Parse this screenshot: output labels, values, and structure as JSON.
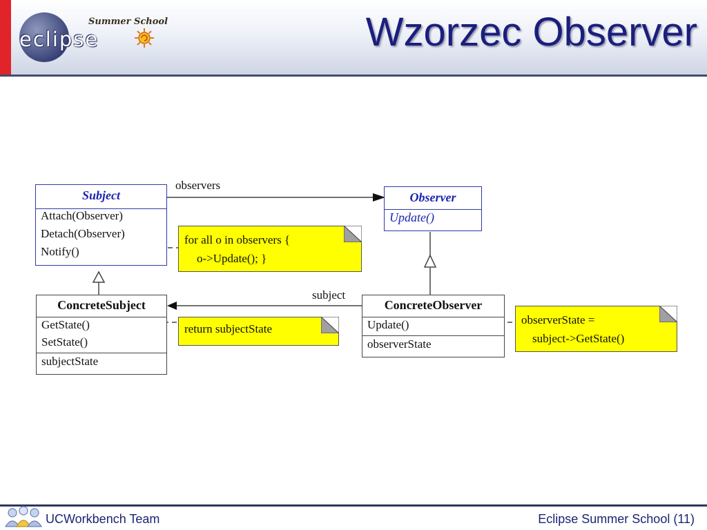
{
  "header": {
    "title": "Wzorzec Observer",
    "logo_text": "eclipse",
    "logo_subtitle": "Summer School"
  },
  "diagram": {
    "subject": {
      "name": "Subject",
      "methods": [
        "Attach(Observer)",
        "Detach(Observer)",
        "Notify()"
      ]
    },
    "observer": {
      "name": "Observer",
      "methods": [
        "Update()"
      ]
    },
    "concrete_subject": {
      "name": "ConcreteSubject",
      "methods": [
        "GetState()",
        "SetState()"
      ],
      "attributes": [
        "subjectState"
      ]
    },
    "concrete_observer": {
      "name": "ConcreteObserver",
      "methods": [
        "Update()"
      ],
      "attributes": [
        "observerState"
      ]
    },
    "notes": {
      "notify": [
        "for all o in observers {",
        "o->Update(); }"
      ],
      "getstate": [
        "return subjectState"
      ],
      "update": [
        "observerState =",
        "subject->GetState()"
      ]
    },
    "labels": {
      "observers": "observers",
      "subject": "subject"
    }
  },
  "footer": {
    "left": "UCWorkbench Team",
    "right": "Eclipse Summer School (11)"
  },
  "colors": {
    "title": "#1a1f7c",
    "note_fill": "#ffff00",
    "uml_blue": "#1c24b0",
    "accent_red": "#e0242a"
  }
}
